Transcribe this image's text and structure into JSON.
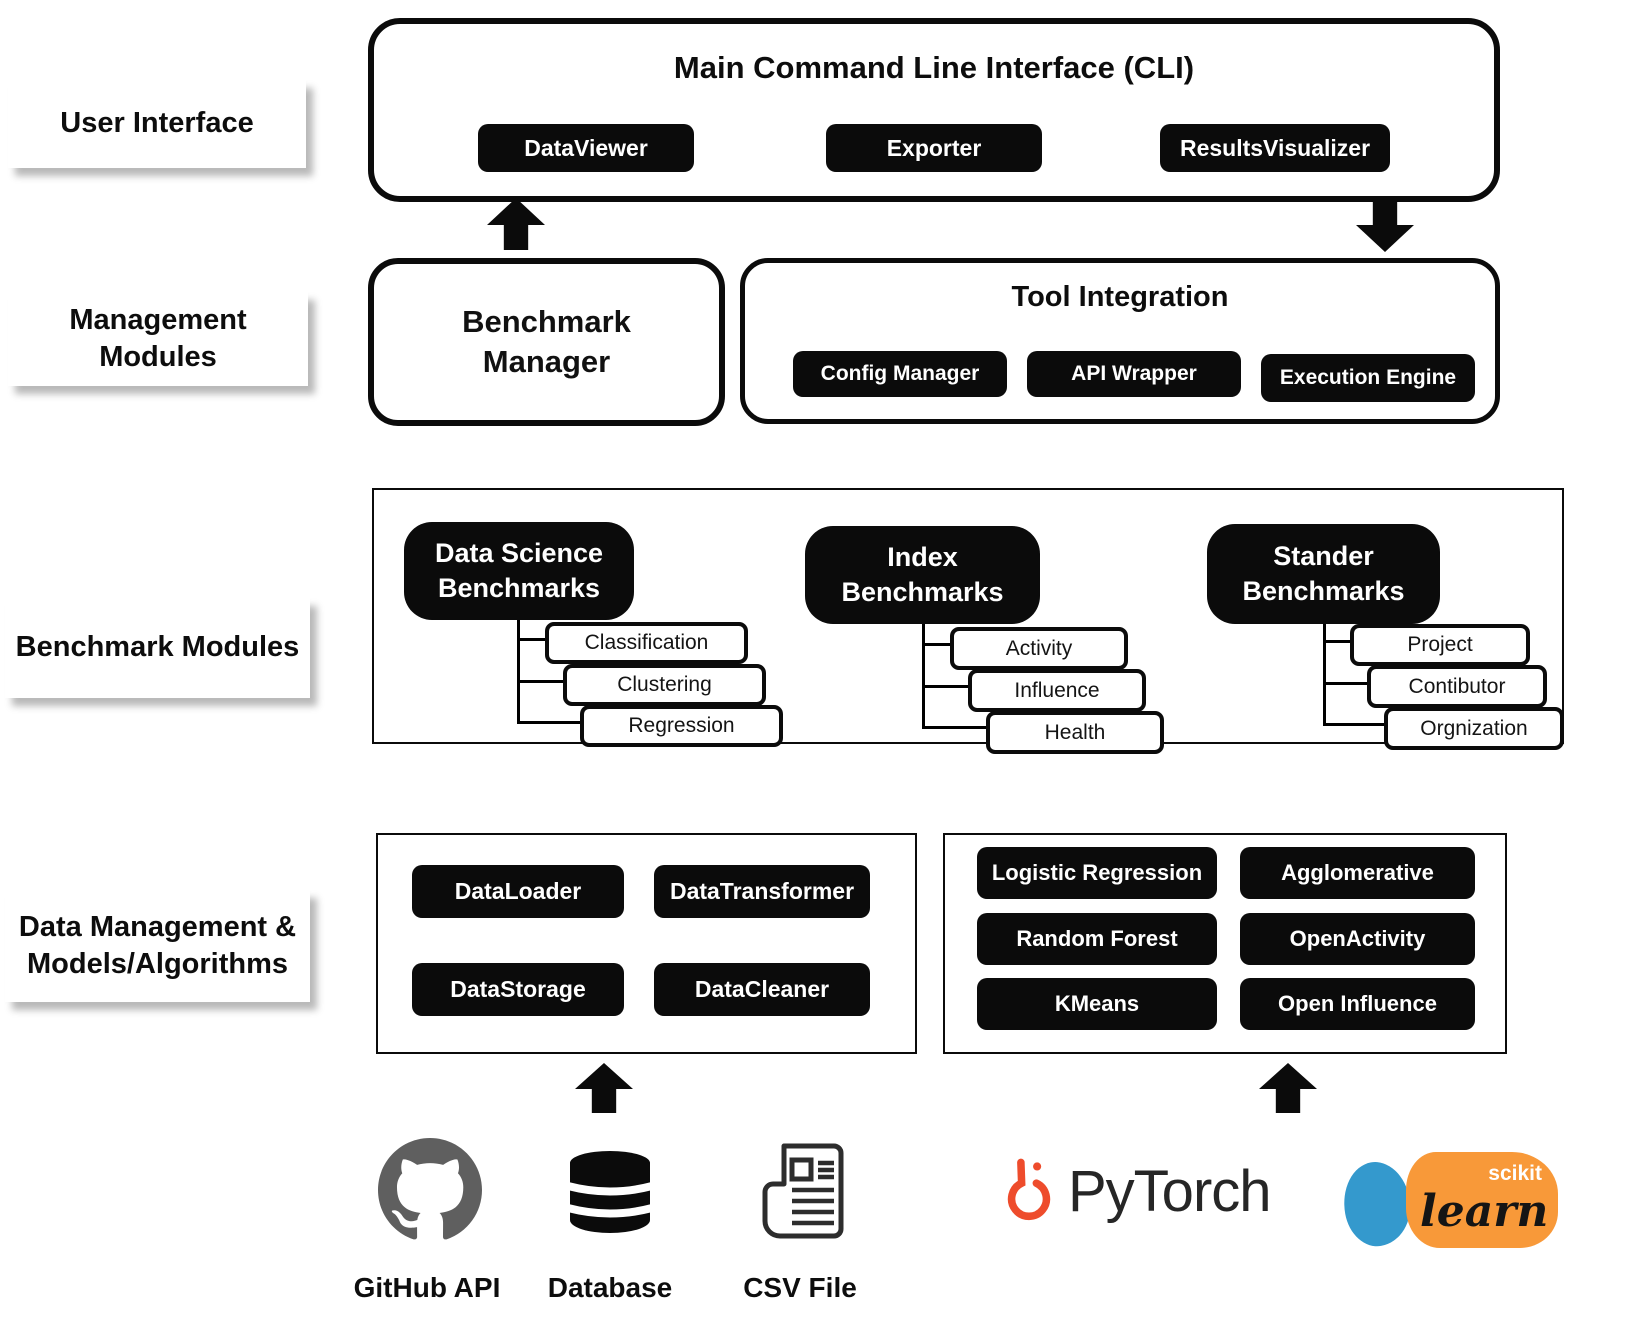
{
  "side_labels": {
    "user_interface": {
      "lines": [
        "User Interface"
      ]
    },
    "management_modules": {
      "lines": [
        "Management",
        "Modules"
      ]
    },
    "benchmark_modules": {
      "lines": [
        "Benchmark Modules"
      ]
    },
    "data_management": {
      "lines": [
        "Data Management &",
        "Models/Algorithms"
      ]
    }
  },
  "cli": {
    "title": "Main Command Line Interface (CLI)",
    "buttons": [
      "DataViewer",
      "Exporter",
      "ResultsVisualizer"
    ]
  },
  "management": {
    "benchmark_manager": {
      "lines": [
        "Benchmark",
        "Manager"
      ]
    },
    "tool_integration": {
      "title": "Tool Integration",
      "buttons": [
        "Config Manager",
        "API Wrapper",
        "Execution Engine"
      ]
    }
  },
  "benchmark_trees": [
    {
      "title_lines": [
        "Data Science",
        "Benchmarks"
      ],
      "children": [
        "Classification",
        "Clustering",
        "Regression"
      ]
    },
    {
      "title_lines": [
        "Index",
        "Benchmarks"
      ],
      "children": [
        "Activity",
        "Influence",
        "Health"
      ]
    },
    {
      "title_lines": [
        "Stander",
        "Benchmarks"
      ],
      "children": [
        "Project",
        "Contibutor",
        "Orgnization"
      ]
    }
  ],
  "data_modules": {
    "left": [
      "DataLoader",
      "DataTransformer",
      "DataStorage",
      "DataCleaner"
    ],
    "right": [
      "Logistic Regression",
      "Agglomerative",
      "Random Forest",
      "OpenActivity",
      "KMeans",
      "Open Influence"
    ]
  },
  "data_sources": {
    "github": "GitHub API",
    "database": "Database",
    "csv": "CSV File"
  },
  "frameworks": {
    "pytorch": "PyTorch",
    "sklearn": {
      "top": "scikit",
      "bottom": "learn"
    }
  },
  "colors": {
    "black": "#0b0b0b",
    "github_gray": "#5f5f5f",
    "pytorch_orange": "#ee4c2c",
    "sklearn_blue": "#3499cd",
    "sklearn_orange": "#f89939"
  }
}
